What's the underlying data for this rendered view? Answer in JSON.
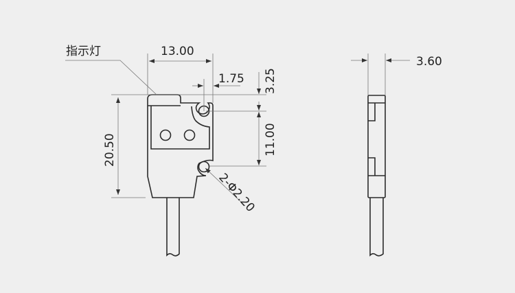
{
  "front_view": {
    "indicator_label": "指示灯",
    "dim_width": "13.00",
    "dim_hole_offset": "1.75",
    "dim_top_to_hole": "3.25",
    "dim_hole_spacing": "11.00",
    "dim_height": "20.50",
    "dim_holes": "2-Φ2.20"
  },
  "side_view": {
    "dim_thickness": "3.60"
  }
}
